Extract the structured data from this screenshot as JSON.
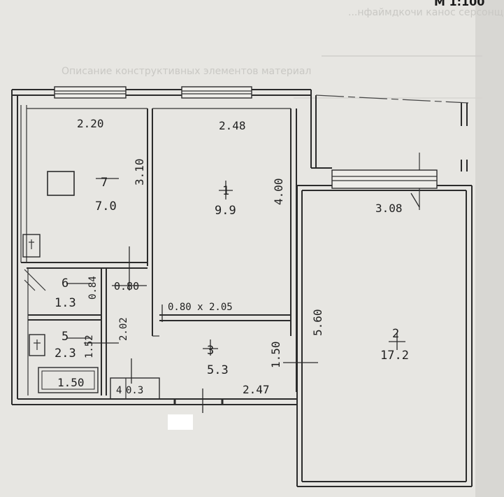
{
  "header": {
    "scale": "М 1:100",
    "faint_line_1": "...нфаймдкочи канос серсонщя",
    "faint_line_2": "Описание конструктивных элементов материал"
  },
  "rooms": [
    {
      "number": "7",
      "area": "7.0"
    },
    {
      "number": "1",
      "area": "9.9"
    },
    {
      "number": "2",
      "area": "17.2"
    },
    {
      "number": "3",
      "area": "5.3"
    },
    {
      "number": "6",
      "area": "1.3"
    },
    {
      "number": "5",
      "area": "2.3"
    },
    {
      "number": "4",
      "area": "0.3"
    }
  ],
  "dimensions": {
    "d_2_20": "2.20",
    "d_2_48": "2.48",
    "d_3_10": "3.10",
    "d_4_00": "4.00",
    "d_3_08": "3.08",
    "d_5_60": "5.60",
    "d_0_80_a": "0.80",
    "d_0_84": "0.84",
    "d_0_80x2_05": "0.80 x 2.05",
    "d_2_02": "2.02",
    "d_1_52": "1.52",
    "d_1_50_v": "1.50",
    "d_1_50_bath": "1.50",
    "d_2_47": "2.47"
  }
}
